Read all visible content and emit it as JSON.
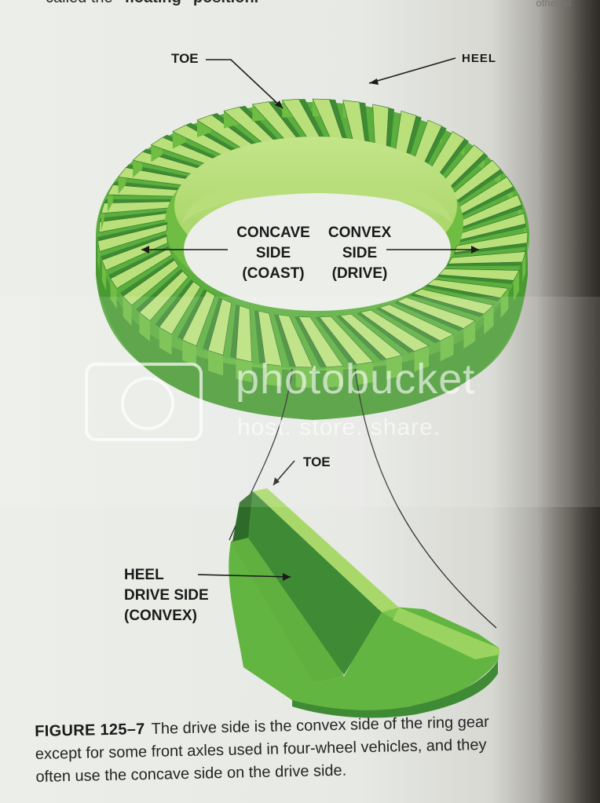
{
  "header": {
    "prev_text_lead": "called the ",
    "prev_text_bold": "\"floating\" position.",
    "corner_text": "other, is"
  },
  "labels": {
    "toe_top": "TOE",
    "heel_top": "HEEL",
    "concave_1": "CONCAVE",
    "concave_2": "SIDE",
    "concave_3": "(COAST)",
    "convex_1": "CONVEX",
    "convex_2": "SIDE",
    "convex_3": "(DRIVE)",
    "toe_detail": "TOE",
    "heel_detail_1": "HEEL",
    "heel_detail_2": "DRIVE SIDE",
    "heel_detail_3": "(CONVEX)"
  },
  "watermark": {
    "brand": "photobucket",
    "tagline": "host. store. share."
  },
  "caption": {
    "figure_label": "FIGURE 125–7",
    "line1": "The drive side is the convex side of the ring gear",
    "line2": "except for some front axles used in four-wheel vehicles, and they",
    "line3": "often use the concave side on the drive side."
  },
  "colors": {
    "gear_light": "#b9e07a",
    "gear_mid": "#6fbd43",
    "gear_dark": "#3f8a34",
    "gear_shadow": "#2f6b28",
    "page": "#eceeea"
  }
}
